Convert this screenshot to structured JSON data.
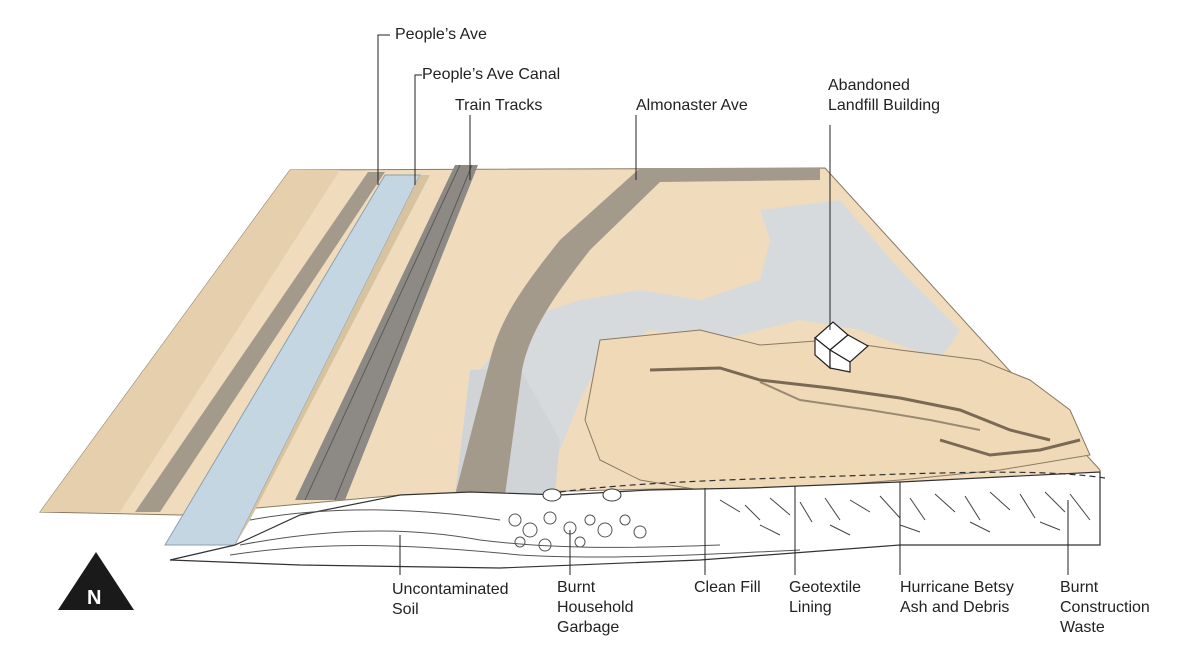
{
  "labels": {
    "peoples_ave": "People’s Ave",
    "peoples_ave_canal": "People’s Ave Canal",
    "train_tracks": "Train Tracks",
    "almonaster_ave": "Almonaster Ave",
    "abandoned_building": "Abandoned\nLandfill Building",
    "uncontaminated_soil": "Uncontaminated\nSoil",
    "burnt_household_garbage": "Burnt\nHousehold\nGarbage",
    "clean_fill": "Clean Fill",
    "geotextile_lining": "Geotextile\nLining",
    "hurricane_betsy": "Hurricane Betsy\nAsh and Debris",
    "burnt_construction_waste": "Burnt\nConstruction\nWaste"
  },
  "north_arrow": {
    "letter": "N"
  },
  "colors": {
    "terrain": "#f0dcbc",
    "terrain_shade": "#d8c3a0",
    "water": "#c5d6e3",
    "road": "#a49a8c",
    "landfill": "#d7dadc",
    "ink": "#222222"
  }
}
